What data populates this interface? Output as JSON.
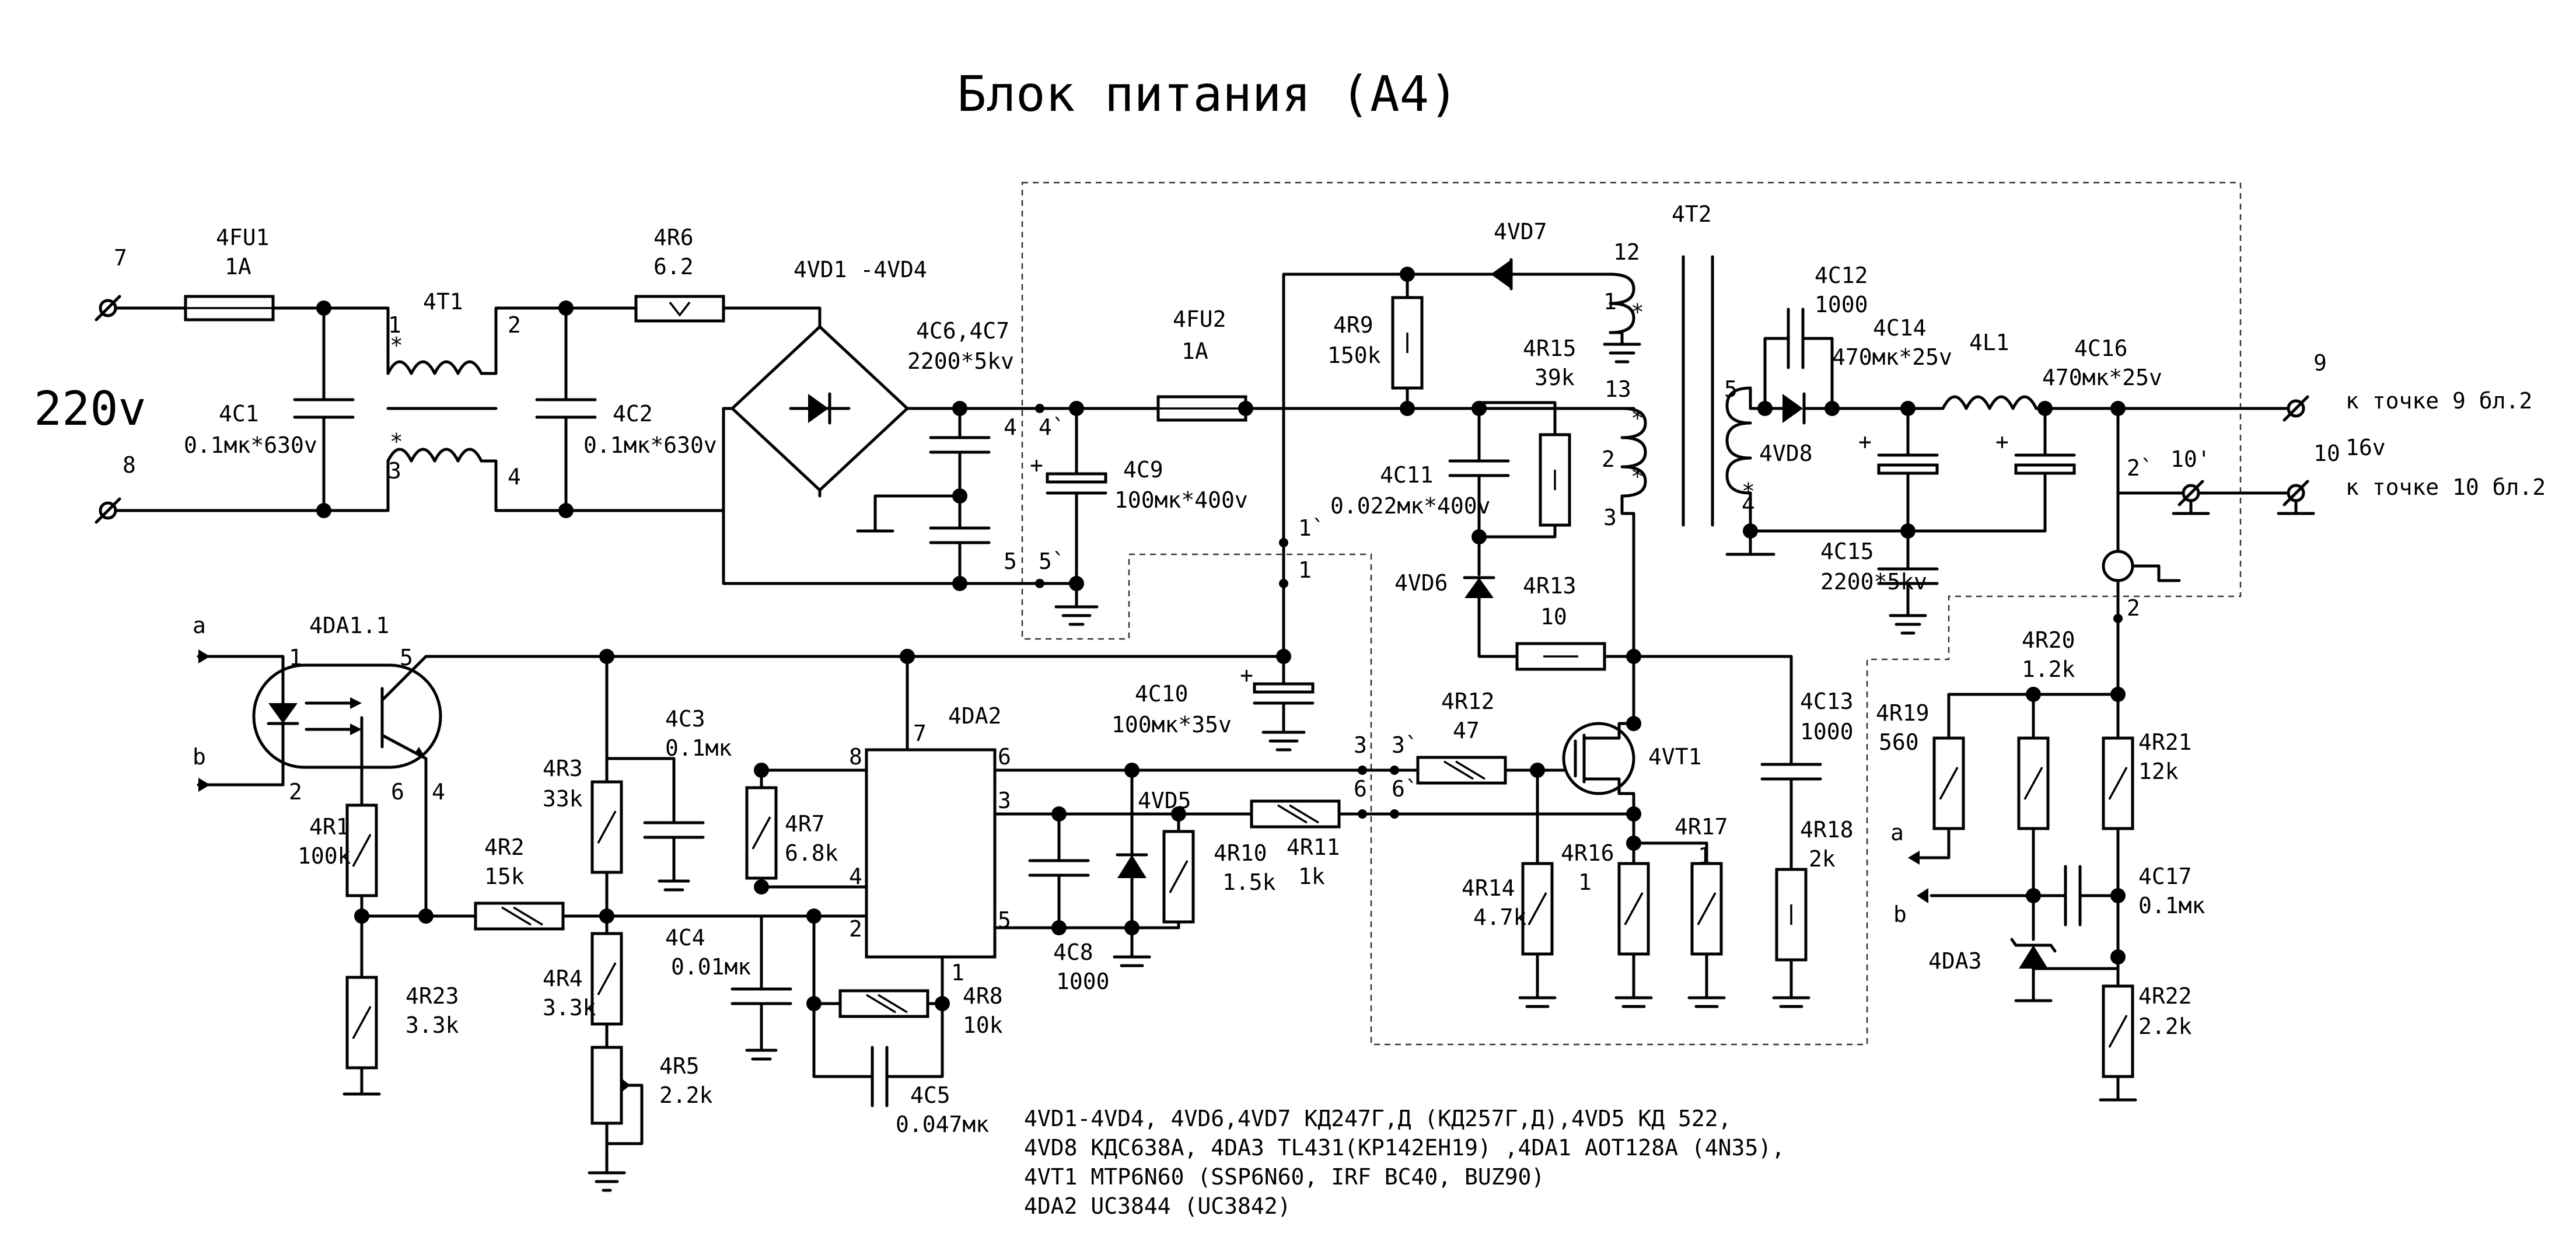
{
  "title": "Блок питания (А4)",
  "mains_voltage": "220v",
  "labels": {
    "t7": "7",
    "t8": "8",
    "fu1": "4FU1",
    "fu1_v": "1A",
    "t1": "4T1",
    "t1_1": "1",
    "t1_2": "2",
    "t1_3": "3",
    "t1_4": "4",
    "r6": "4R6",
    "r6_v": "6.2",
    "vd14": "4VD1 -4VD4",
    "c1": "4C1",
    "c1_v": "0.1мк*630v",
    "c2": "4C2",
    "c2_v": "0.1мк*630v",
    "c67": "4C6,4C7",
    "c67_v": "2200*5kv",
    "p4": "4",
    "p4p": "4`",
    "p5": "5",
    "p5p": "5`",
    "fu2": "4FU2",
    "fu2_v": "1A",
    "c9": "4C9",
    "c9_v": "100мк*400v",
    "vd7": "4VD7",
    "t2": "4T2",
    "r9": "4R9",
    "r9_v": "150k",
    "r15": "4R15",
    "r15_v": "39k",
    "c11": "4C11",
    "c11_v": "0.022мк*400v",
    "w12": "12",
    "w1": "1",
    "w13": "13",
    "w2": "2",
    "w3": "3",
    "w5": "5",
    "w4": "4",
    "p1p": "1`",
    "p1": "1",
    "vd6": "4VD6",
    "r13": "4R13",
    "r13_v": "10",
    "c10": "4C10",
    "c10_v": "100мк*35v",
    "c12": "4C12",
    "c12_v": "1000",
    "c14": "4C14",
    "c14_v": "470мк*25v",
    "l1": "4L1",
    "c16": "4C16",
    "c16_v": "470мк*25v",
    "vd8": "4VD8",
    "c15": "4C15",
    "c15_v": "2200*5kv",
    "t9": "9",
    "t9_note": "к точке 9 бл.2",
    "t10p": "10'",
    "t10": "10",
    "v16": "16v",
    "t10_note": "к точке 10 бл.2",
    "p2p": "2`",
    "p2": "2",
    "da11": "4DA1.1",
    "in_a": "a",
    "in_b": "b",
    "da_1": "1",
    "da_2": "2",
    "da_5": "5",
    "da_6": "6",
    "da_4": "4",
    "r1": "4R1",
    "r1_v": "100k",
    "r23": "4R23",
    "r23_v": "3.3k",
    "r2": "4R2",
    "r2_v": "15k",
    "r3": "4R3",
    "r3_v": "33k",
    "r4": "4R4",
    "r4_v": "3.3k",
    "r5": "4R5",
    "r5_v": "2.2k",
    "c3": "4C3",
    "c3_v": "0.1мк",
    "c4": "4C4",
    "c4_v": "0.01мк",
    "r7": "4R7",
    "r7_v": "6.8k",
    "da2": "4DA2",
    "u_8": "8",
    "u_7": "7",
    "u_6": "6",
    "u_3": "3",
    "u_4": "4",
    "u_2": "2",
    "u_5": "5",
    "u_1": "1",
    "c5": "4C5",
    "c5_v": "0.047мк",
    "r8": "4R8",
    "r8_v": "10k",
    "c8": "4C8",
    "c8_v": "1000",
    "vd5": "4VD5",
    "r10": "4R10",
    "r10_v": "1.5k",
    "r11": "4R11",
    "r11_v": "1k",
    "p3": "3",
    "p3p": "3`",
    "p6": "6",
    "p6p": "6`",
    "r12": "4R12",
    "r12_v": "47",
    "vt1": "4VT1",
    "c13": "4C13",
    "c13_v": "1000",
    "r14": "4R14",
    "r14_v": "4.7k",
    "r16": "4R16",
    "r16_v": "1",
    "r17": "4R17",
    "r17_v": "1",
    "r18": "4R18",
    "r18_v": "2k",
    "r19": "4R19",
    "r19_v": "560",
    "r20": "4R20",
    "r20_v": "1.2k",
    "r21": "4R21",
    "r21_v": "12k",
    "out_a": "a",
    "out_b": "b",
    "c17": "4C17",
    "c17_v": "0.1мк",
    "da3": "4DA3",
    "r22": "4R22",
    "r22_v": "2.2k"
  },
  "notes": [
    "4VD1-4VD4, 4VD6,4VD7 КД247Г,Д (КД257Г,Д),4VD5 КД 522,",
    "4VD8 КДС638А, 4DA3 TL431(КР142ЕН19) ,4DA1 AOT128A (4N35),",
    "4VT1 MTP6N60 (SSP6N60, IRF BC40, BUZ90)",
    "4DA2 UC3844 (UC3842)"
  ]
}
